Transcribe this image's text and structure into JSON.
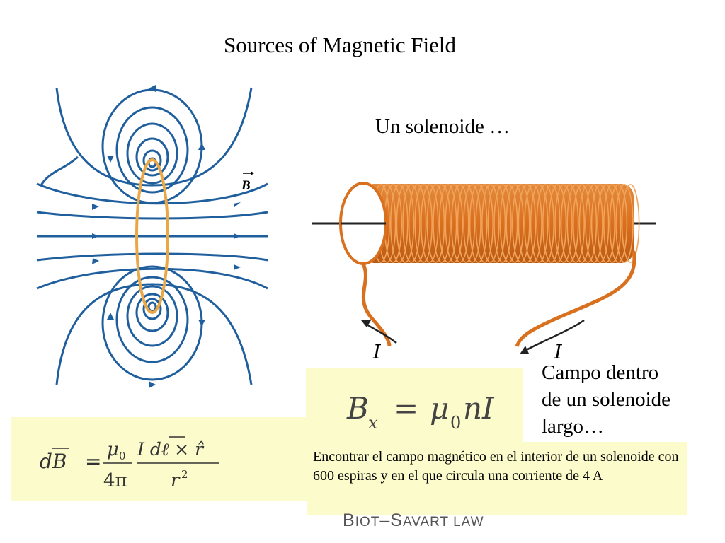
{
  "slide": {
    "title": "Sources of Magnetic Field",
    "solenoid_caption": "Un solenoide …",
    "field_label": "B",
    "current_left": "I",
    "current_right": "I",
    "biot_lhs": "dB",
    "biot_equals": "=",
    "biot_mu": "μ",
    "biot_mu_sub": "0",
    "biot_denominator": "4π",
    "biot_numerator_rest": "I dℓ × r̂",
    "biot_r": "r",
    "biot_r_exp": "2",
    "bx_B": "B",
    "bx_sub": "x",
    "bx_equals": "=",
    "bx_mu": "μ",
    "bx_mu_sub": "0",
    "bx_rest": "nI",
    "campo_lines": [
      "Campo dentro",
      "de un solenoide",
      "largo…"
    ],
    "problem_text": "Encontrar el campo magnético en el interior de un solenoide con  600 espiras y en el que circula una corriente de 4 A",
    "banner_text": "Biot–Savart law"
  },
  "colors": {
    "field_lines": "#1f5f9e",
    "loop": "#e9a845",
    "coil": "#d9701e",
    "coil_highlight": "#f2a35a",
    "formula_box": "#fbfbcc",
    "banner": "#555555"
  }
}
